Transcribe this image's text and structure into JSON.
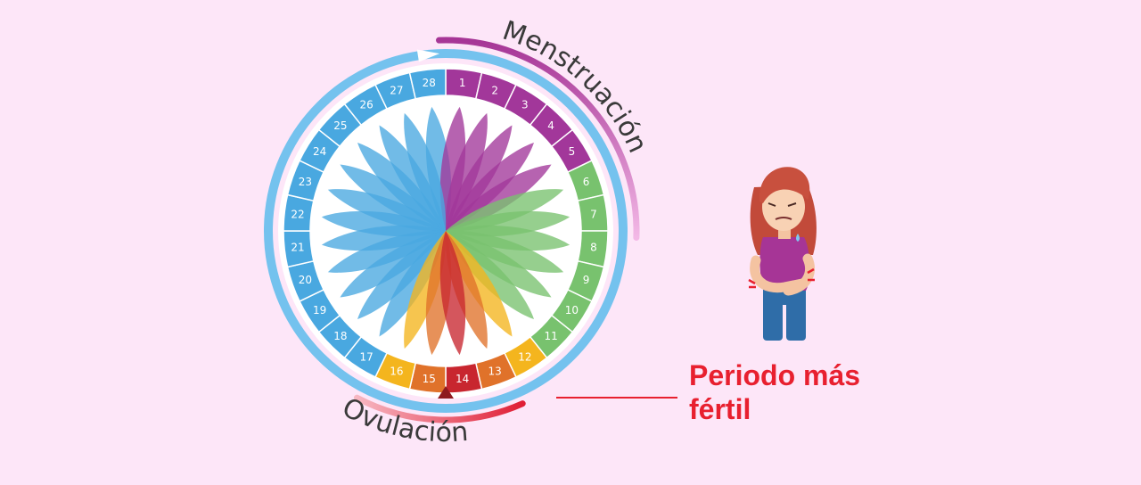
{
  "title": "",
  "labels": {
    "menstruation": "Menstruación",
    "ovulation": "Ovulación",
    "fertile_period": "Periodo más\nfértil"
  },
  "cycle": {
    "days": [
      "1",
      "2",
      "3",
      "4",
      "5",
      "6",
      "7",
      "8",
      "9",
      "10",
      "11",
      "12",
      "13",
      "14",
      "15",
      "16",
      "17",
      "18",
      "19",
      "20",
      "21",
      "22",
      "23",
      "24",
      "25",
      "26",
      "27",
      "28"
    ],
    "phases": [
      {
        "key": "menstruation",
        "from": 1,
        "to": 5,
        "color": "#a2379a"
      },
      {
        "key": "follicular",
        "from": 6,
        "to": 11,
        "color": "#78c26e"
      },
      {
        "key": "fertile",
        "from": 12,
        "to": 16,
        "colors": [
          "#f4b51e",
          "#e0722a",
          "#c8262f",
          "#e0722a",
          "#f4b51e"
        ]
      },
      {
        "key": "luteal",
        "from": 17,
        "to": 28,
        "color": "#49a8e0"
      }
    ]
  },
  "colors": {
    "background": "#fde6f8",
    "outer_ring": "#74c2ee",
    "menstruation_arc": "#a63596",
    "ovulation_arc": "#e01e35",
    "fertile_text": "#e8202f",
    "connector_line": "#e8202f"
  },
  "figure": {
    "icon": "woman-cramps-icon"
  }
}
